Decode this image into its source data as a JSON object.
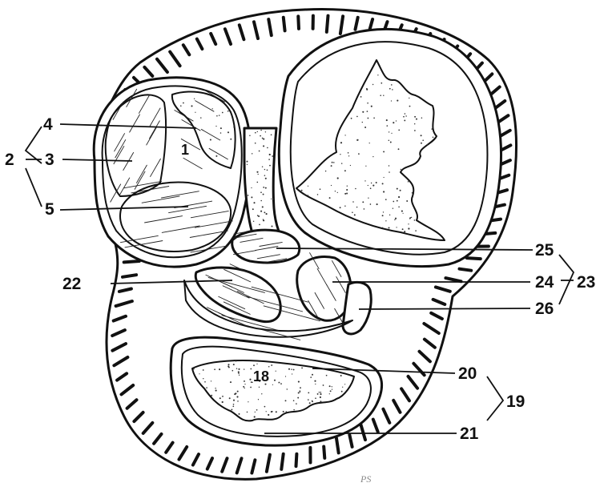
{
  "labels": {
    "l1": "1",
    "l2": "2",
    "l3": "3",
    "l4": "4",
    "l5": "5",
    "l18": "18",
    "l19": "19",
    "l20": "20",
    "l21": "21",
    "l22": "22",
    "l23": "23",
    "l24": "24",
    "l25": "25",
    "l26": "26"
  },
  "signature": "PS"
}
